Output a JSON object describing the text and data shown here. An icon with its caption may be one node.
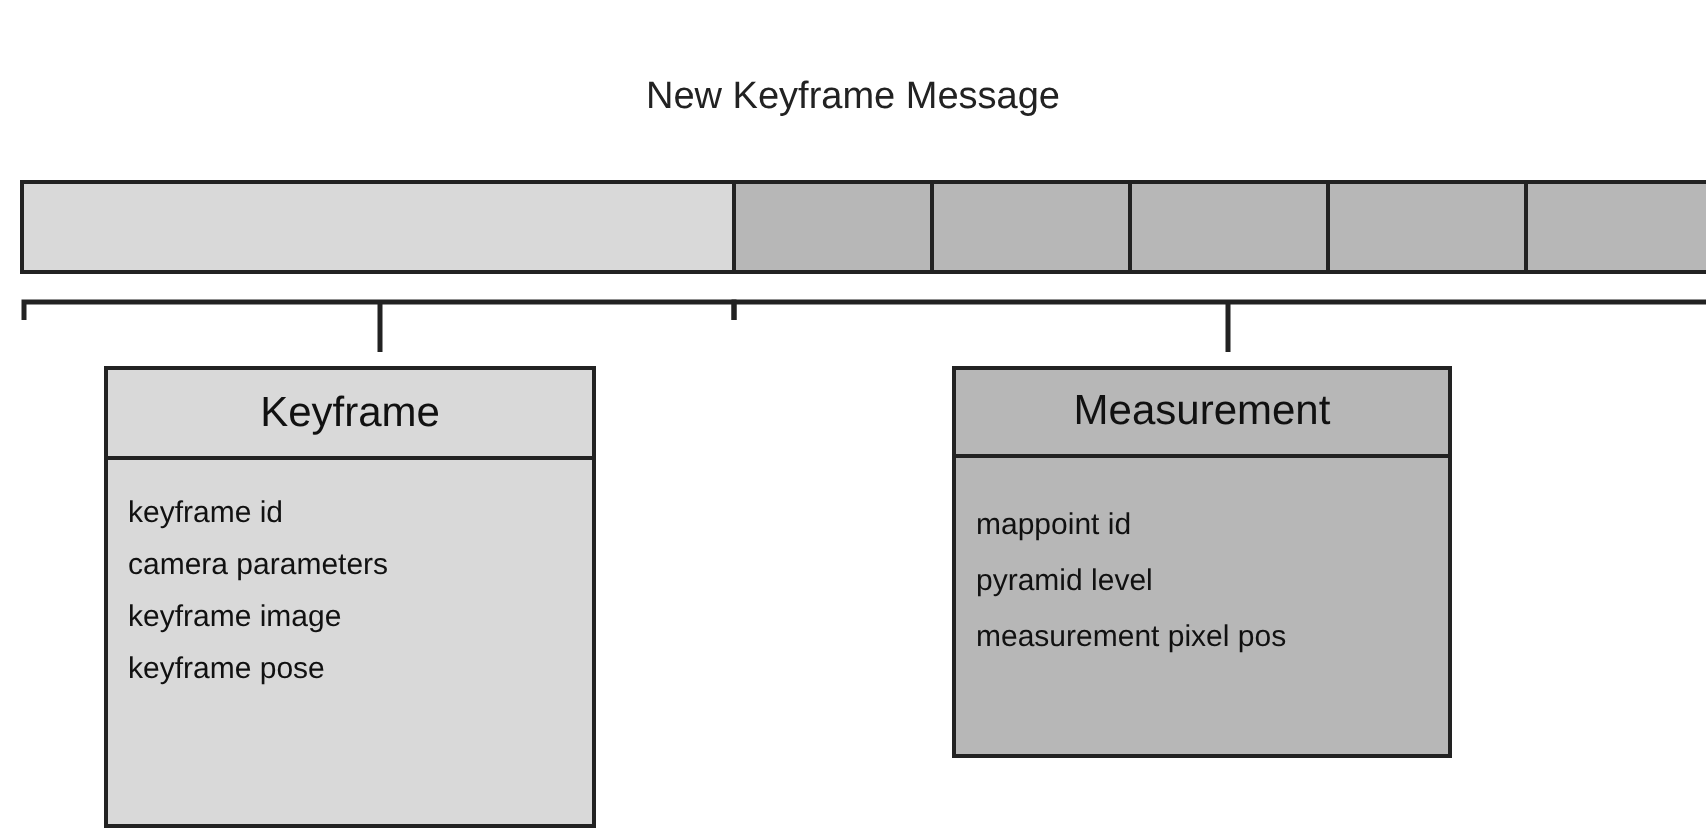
{
  "diagram": {
    "title": "New Keyframe Message",
    "nodes": [
      {
        "text": [],
        "shape": "box"
      },
      {
        "text": [],
        "shape": "box"
      },
      {
        "text": [],
        "shape": "box"
      },
      {
        "text": [],
        "shape": "box"
      },
      {
        "text": [],
        "shape": "box"
      },
      {
        "text": [],
        "shape": "box"
      },
      {
        "text": [
          "Keyframe",
          "keyframe id",
          "camera parameters",
          "keyframe image",
          "keyframe pose"
        ]
      },
      {
        "text": [
          "Measurement",
          "mappoint id",
          "pyramid level",
          "measurement pixel pos"
        ]
      }
    ]
  }
}
